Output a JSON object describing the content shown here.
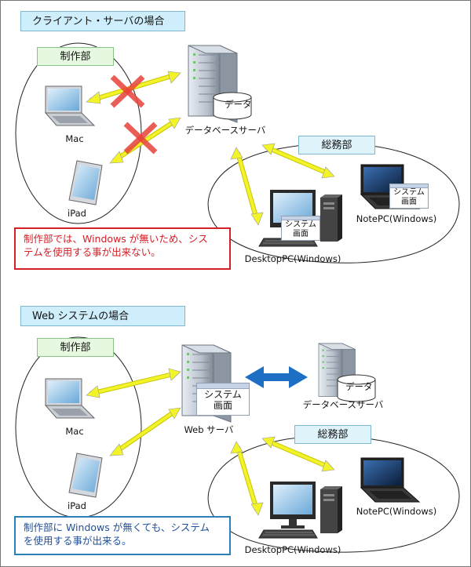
{
  "top": {
    "title": "クライアント・サーバの場合",
    "group_sales": "制作部",
    "group_general": "総務部",
    "mac_label": "Mac",
    "ipad_label": "iPad",
    "db_server_label": "データベースサーバ",
    "data_label": "データ",
    "notepc_label": "NotePC(Windows)",
    "desktop_label": "DesktopPC(Windows)",
    "system_screen_l1": "システム",
    "system_screen_l2": "画面",
    "note_l1": "制作部では、Windows が無いため、シス",
    "note_l2": "テムを使用する事が出来ない。"
  },
  "bottom": {
    "title": "Web システムの場合",
    "group_sales": "制作部",
    "group_general": "総務部",
    "mac_label": "Mac",
    "ipad_label": "iPad",
    "web_server_label": "Web サーバ",
    "db_server_label": "データベースサーバ",
    "data_label": "データ",
    "notepc_label": "NotePC(Windows)",
    "desktop_label": "DesktopPC(Windows)",
    "system_screen_l1": "システム",
    "system_screen_l2": "画面",
    "note_l1": "制作部に Windows が無くても、システム",
    "note_l2": "を使用する事が出来る。"
  },
  "colors": {
    "arrow_yellow": "#f3f32a",
    "arrow_blue": "#1d6fc4",
    "cross_red": "#e8433a",
    "note_red": "#d31f26",
    "note_blue": "#2a7fb6"
  }
}
